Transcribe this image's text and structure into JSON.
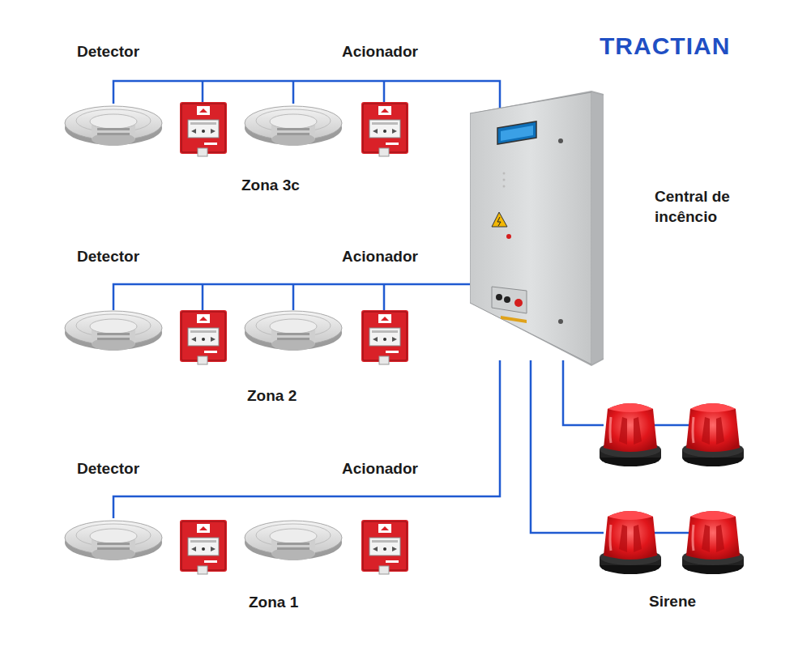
{
  "diagram": {
    "nodes": [
      {
        "text": [
          "Central de incêncio"
        ]
      }
    ],
    "labels": [
      "TRACTIAN",
      "Detector",
      "Acionador",
      "Zona 3c",
      "Detector",
      "Acionador",
      "Zona 2",
      "Detector",
      "Acionador",
      "Zona 1",
      "Sirene"
    ]
  }
}
